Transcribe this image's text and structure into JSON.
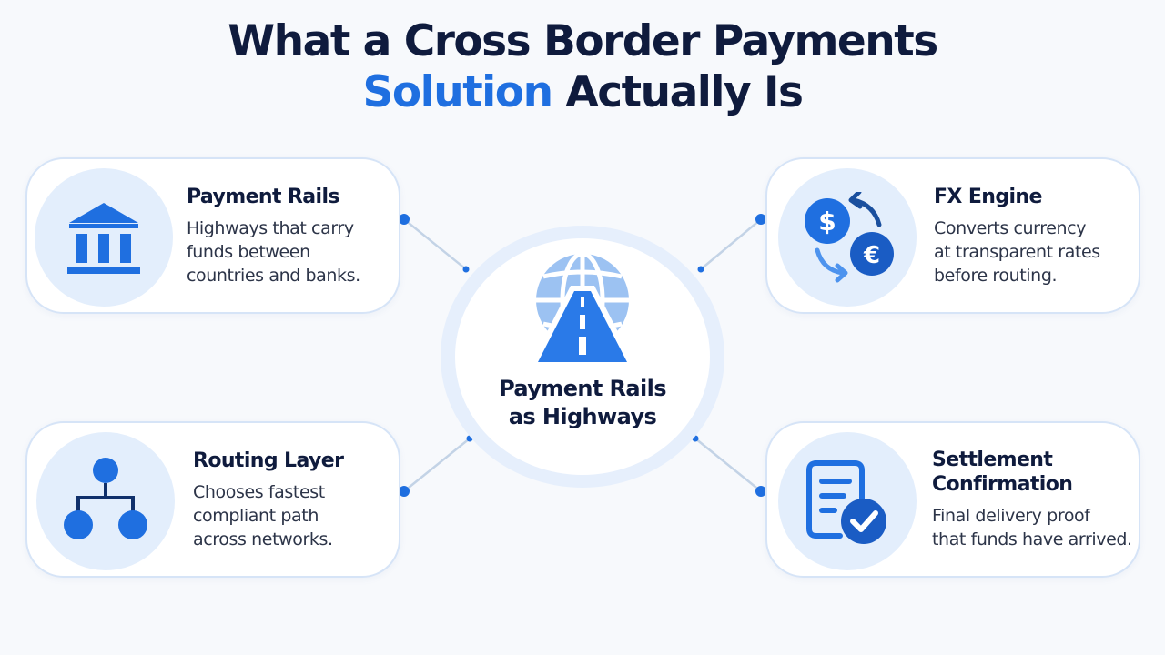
{
  "title": {
    "line1": "What a Cross Border Payments",
    "line2_accent": "Solution",
    "line2_rest": " Actually Is"
  },
  "hub": {
    "label_line1": "Payment Rails",
    "label_line2": "as Highways",
    "icon": "globe-highway-icon"
  },
  "cards": {
    "payment_rails": {
      "title": "Payment Rails",
      "lines": [
        "Highways that carry",
        "funds between",
        "countries and banks."
      ],
      "icon": "bank-icon"
    },
    "fx_engine": {
      "title": "FX Engine",
      "lines": [
        "Converts currency",
        "at transparent rates",
        "before routing."
      ],
      "icon": "currency-exchange-icon"
    },
    "routing_layer": {
      "title": "Routing Layer",
      "lines": [
        "Chooses fastest",
        "compliant path",
        "across networks."
      ],
      "icon": "network-tree-icon"
    },
    "settlement": {
      "title_line1": "Settlement",
      "title_line2": "Confirmation",
      "lines": [
        "Final delivery proof",
        "that funds have arrived."
      ],
      "icon": "document-check-icon"
    }
  },
  "colors": {
    "accent": "#1f6fe0",
    "dark_text": "#0f1b3d",
    "icon_bg": "#e3eefc",
    "card_border": "#d6e4f7",
    "connector": "#c3d3e6",
    "dot": "#1f6fe0"
  }
}
